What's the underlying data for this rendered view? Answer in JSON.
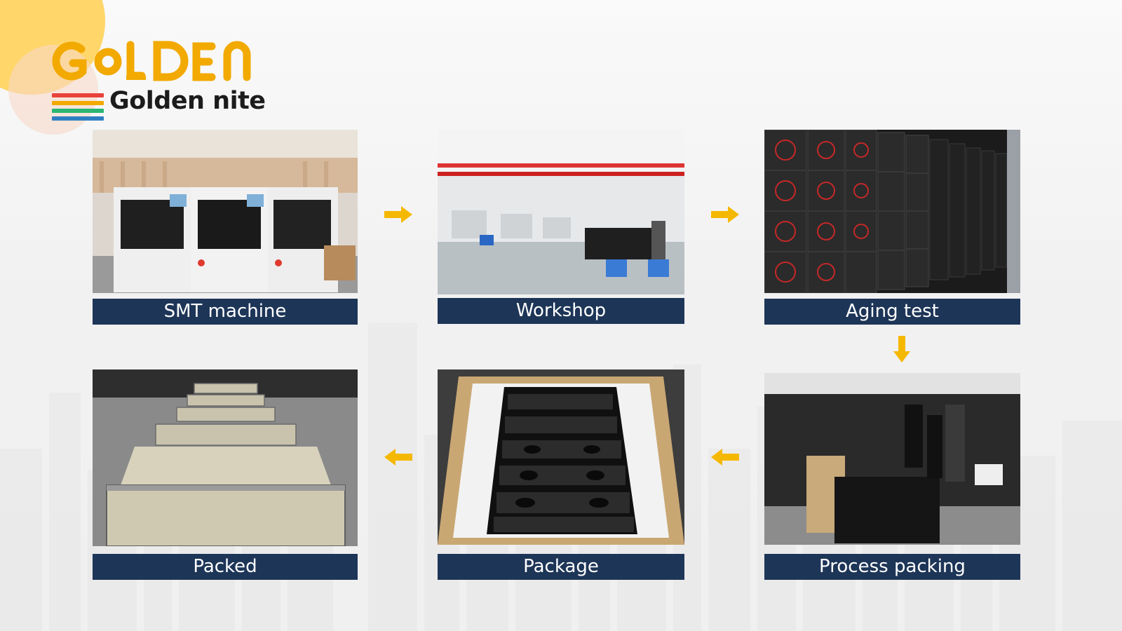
{
  "brand": {
    "wordmark": "GOLDEN",
    "name": "Golden nite",
    "accent_color": "#f2a900",
    "stripe_colors": [
      "#e8423b",
      "#f2a900",
      "#2bb673",
      "#2f7fc1"
    ]
  },
  "caption_color": "#1d3557",
  "steps": [
    {
      "label": "SMT machine",
      "photo": "smt-machine-photo"
    },
    {
      "label": "Workshop",
      "photo": "workshop-photo"
    },
    {
      "label": "Aging test",
      "photo": "aging-test-photo"
    },
    {
      "label": "Process packing",
      "photo": "process-packing-photo"
    },
    {
      "label": "Package",
      "photo": "package-photo"
    },
    {
      "label": "Packed",
      "photo": "packed-photo"
    }
  ],
  "arrows": [
    {
      "icon": "arrow-right-icon"
    },
    {
      "icon": "arrow-right-icon"
    },
    {
      "icon": "arrow-down-icon"
    },
    {
      "icon": "arrow-left-icon"
    },
    {
      "icon": "arrow-left-icon"
    }
  ]
}
